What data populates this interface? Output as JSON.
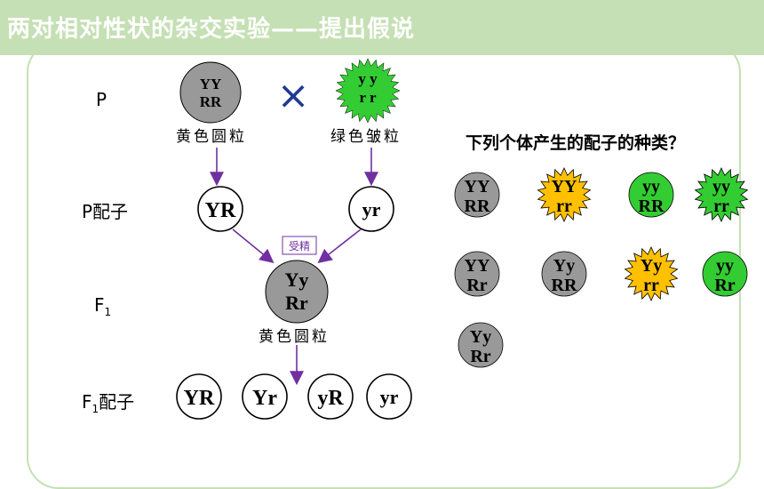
{
  "header": {
    "title": "两对相对性状的杂交实验——提出假说"
  },
  "row_labels": {
    "p": "P",
    "p_gamete": "P配子",
    "f1": "F1",
    "f1_gamete": "F1配子"
  },
  "parents": {
    "yellow": {
      "line1": "YY",
      "line2": "RR",
      "caption": "黄色圆粒"
    },
    "green": {
      "line1": "y y",
      "line2": "r r",
      "caption": "绿色皱粒"
    },
    "cross_symbol": "×"
  },
  "p_gametes": {
    "left": "YR",
    "right": "yr"
  },
  "fertilization": "受精",
  "f1": {
    "line1": "Yy",
    "line2": "Rr",
    "caption": "黄色圆粒"
  },
  "f1_gametes": [
    "YR",
    "Yr",
    "yR",
    "yr"
  ],
  "question": "下列个体产生的配子的种类？",
  "individuals": [
    {
      "line1": "YY",
      "line2": "RR",
      "shape": "circle",
      "color": "#999999"
    },
    {
      "line1": "YY",
      "line2": "rr",
      "shape": "star",
      "color": "#ffc000"
    },
    {
      "line1": "yy",
      "line2": "RR",
      "shape": "circle",
      "color": "#33cc33"
    },
    {
      "line1": "yy",
      "line2": "rr",
      "shape": "star",
      "color": "#33cc33"
    },
    {
      "line1": "YY",
      "line2": "Rr",
      "shape": "circle",
      "color": "#999999"
    },
    {
      "line1": "Yy",
      "line2": "RR",
      "shape": "circle",
      "color": "#999999"
    },
    {
      "line1": "Yy",
      "line2": "rr",
      "shape": "star",
      "color": "#ffc000"
    },
    {
      "line1": "yy",
      "line2": "Rr",
      "shape": "circle",
      "color": "#33cc33"
    },
    {
      "line1": "Yy",
      "line2": "Rr",
      "shape": "circle",
      "color": "#999999"
    }
  ],
  "colors": {
    "header_bg": "#c5e0b4",
    "arrow": "#7030a0",
    "grey_pea": "#999999",
    "green_pea": "#33cc33",
    "yellow_pea": "#ffc000"
  }
}
